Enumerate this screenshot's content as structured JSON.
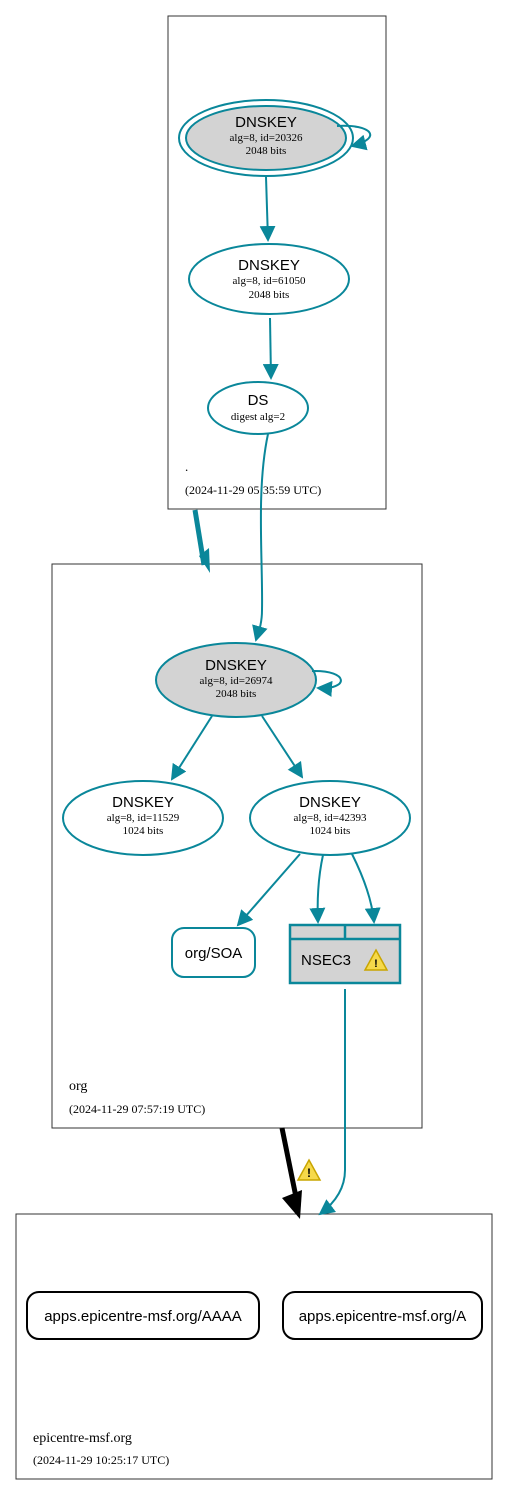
{
  "colors": {
    "teal": "#0a879a",
    "key_fill": "#d3d3d3",
    "black": "#000000",
    "warning_yellow": "#f6d94a",
    "warning_border": "#c9a500"
  },
  "zones": {
    "root": {
      "name": ".",
      "timestamp": "(2024-11-29 05:35:59 UTC)"
    },
    "org": {
      "name": "org",
      "timestamp": "(2024-11-29 07:57:19 UTC)"
    },
    "epicentre": {
      "name": "epicentre-msf.org",
      "timestamp": "(2024-11-29 10:25:17 UTC)"
    }
  },
  "nodes": {
    "root_ksk": {
      "title": "DNSKEY",
      "line1": "alg=8, id=20326",
      "line2": "2048 bits"
    },
    "root_zsk": {
      "title": "DNSKEY",
      "line1": "alg=8, id=61050",
      "line2": "2048 bits"
    },
    "root_ds": {
      "title": "DS",
      "line1": "digest alg=2"
    },
    "org_ksk": {
      "title": "DNSKEY",
      "line1": "alg=8, id=26974",
      "line2": "2048 bits"
    },
    "org_zsk1": {
      "title": "DNSKEY",
      "line1": "alg=8, id=11529",
      "line2": "1024 bits"
    },
    "org_zsk2": {
      "title": "DNSKEY",
      "line1": "alg=8, id=42393",
      "line2": "1024 bits"
    },
    "org_soa": {
      "label": "org/SOA"
    },
    "nsec3": {
      "label": "NSEC3"
    },
    "rr_aaaa": {
      "label": "apps.epicentre-msf.org/AAAA"
    },
    "rr_a": {
      "label": "apps.epicentre-msf.org/A"
    }
  },
  "icons": {
    "warning": "warning-triangle-icon",
    "warning_glyph": "!"
  }
}
